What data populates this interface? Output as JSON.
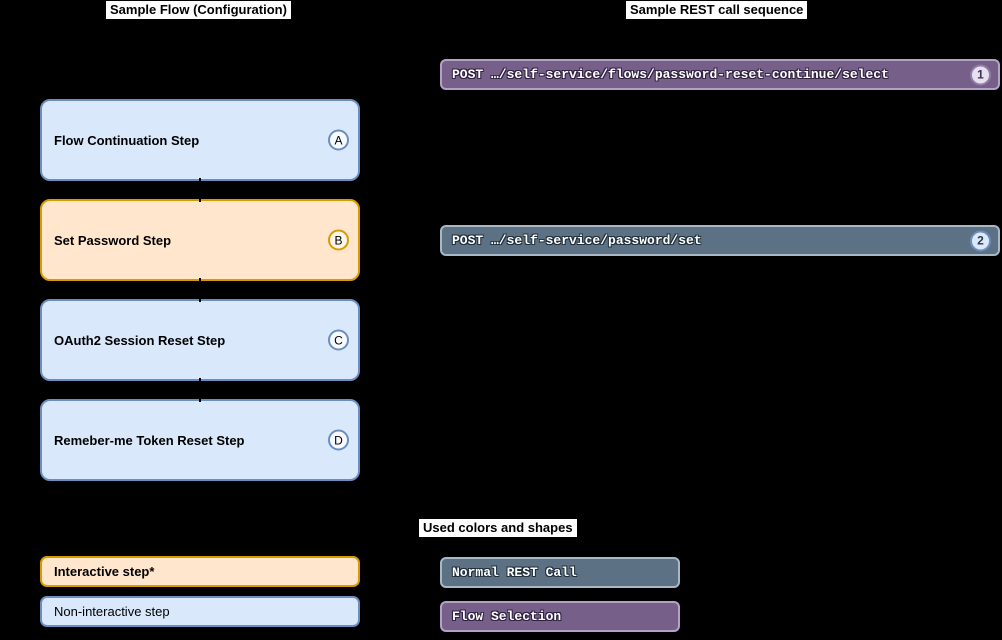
{
  "titles": {
    "flow_column": "Sample Flow (Configuration)",
    "rest_column": "Sample REST call sequence",
    "legend": "Used colors and shapes"
  },
  "flow_steps": [
    {
      "label": "Flow Continuation Step",
      "badge": "A",
      "type": "non-interactive"
    },
    {
      "label": "Set Password Step",
      "badge": "B",
      "type": "interactive"
    },
    {
      "label": "OAuth2 Session Reset Step",
      "badge": "C",
      "type": "non-interactive"
    },
    {
      "label": "Remeber-me Token Reset Step",
      "badge": "D",
      "type": "non-interactive"
    }
  ],
  "rest_calls": [
    {
      "label": "POST …/self-service/flows/password-reset-continue/select",
      "badge": "1",
      "type": "flow-selection"
    },
    {
      "label": "POST …/self-service/password/set",
      "badge": "2",
      "type": "normal"
    }
  ],
  "legend": {
    "interactive_step": "Interactive step*",
    "non_interactive_step": "Non-interactive step",
    "normal_rest_call": "Normal REST Call",
    "flow_selection": "Flow Selection"
  },
  "colors": {
    "canvas-bg": "#000000",
    "blue-fill": "#dae8fc",
    "blue-border": "#6c8ebf",
    "orange-fill": "#ffe6cc",
    "orange-border": "#d79b00",
    "purple-fill": "#76608a",
    "purple-border": "#b3a2c7",
    "purple-badge-fill": "#e7e0f1",
    "slate-fill": "#5d7185",
    "slate-border": "#a9b8c7",
    "slate-badge-fill": "#dbe9fa",
    "slate-badge-border": "#6c8ebf",
    "label-bg": "#ffffff",
    "step-text": "#000000",
    "bar-text": "#ffffff"
  }
}
